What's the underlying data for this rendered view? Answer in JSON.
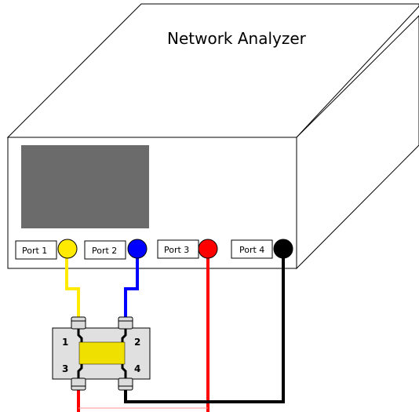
{
  "title": "Network Analyzer",
  "ports": [
    {
      "label": "Port 1",
      "color": "#ffea00"
    },
    {
      "label": "Port 2",
      "color": "#0000ff"
    },
    {
      "label": "Port 3",
      "color": "#ff0000"
    },
    {
      "label": "Port 4",
      "color": "#000000"
    }
  ],
  "dut": {
    "pins": [
      "1",
      "2",
      "3",
      "4"
    ],
    "body_color": "#f0e000"
  },
  "colors": {
    "screen": "#6b6b6b",
    "device_panel": "#e0e0e0",
    "connector": "#dcdcdc",
    "thin_link": "#ff9090"
  }
}
